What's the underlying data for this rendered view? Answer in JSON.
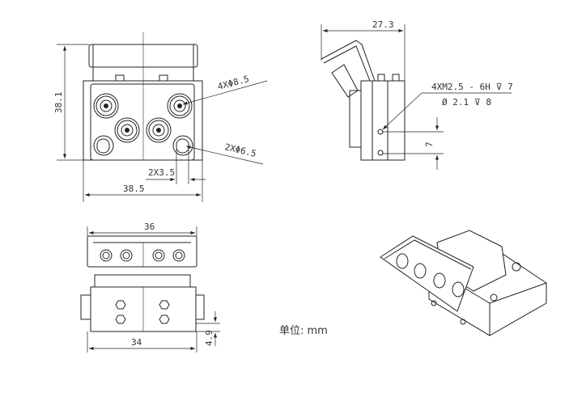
{
  "drawing": {
    "front_view": {
      "height_dim": "38.1",
      "width_dim": "38.5",
      "spacing_dim": "2X3.5",
      "large_hole_callout": "4XΦ8.5",
      "small_hole_callout": "2XΦ6.5"
    },
    "side_view": {
      "depth_dim": "27.3",
      "thread_callout": "4XM2.5 - 6H ⊽ 7",
      "drill_callout": "Ø 2.1 ⊽ 8",
      "hole_spacing_dim": "7"
    },
    "top_view": {
      "width_dim": "36"
    },
    "bottom_view": {
      "width_dim": "34",
      "offset_dim": "4.9"
    },
    "unit_note": "单位: mm"
  }
}
